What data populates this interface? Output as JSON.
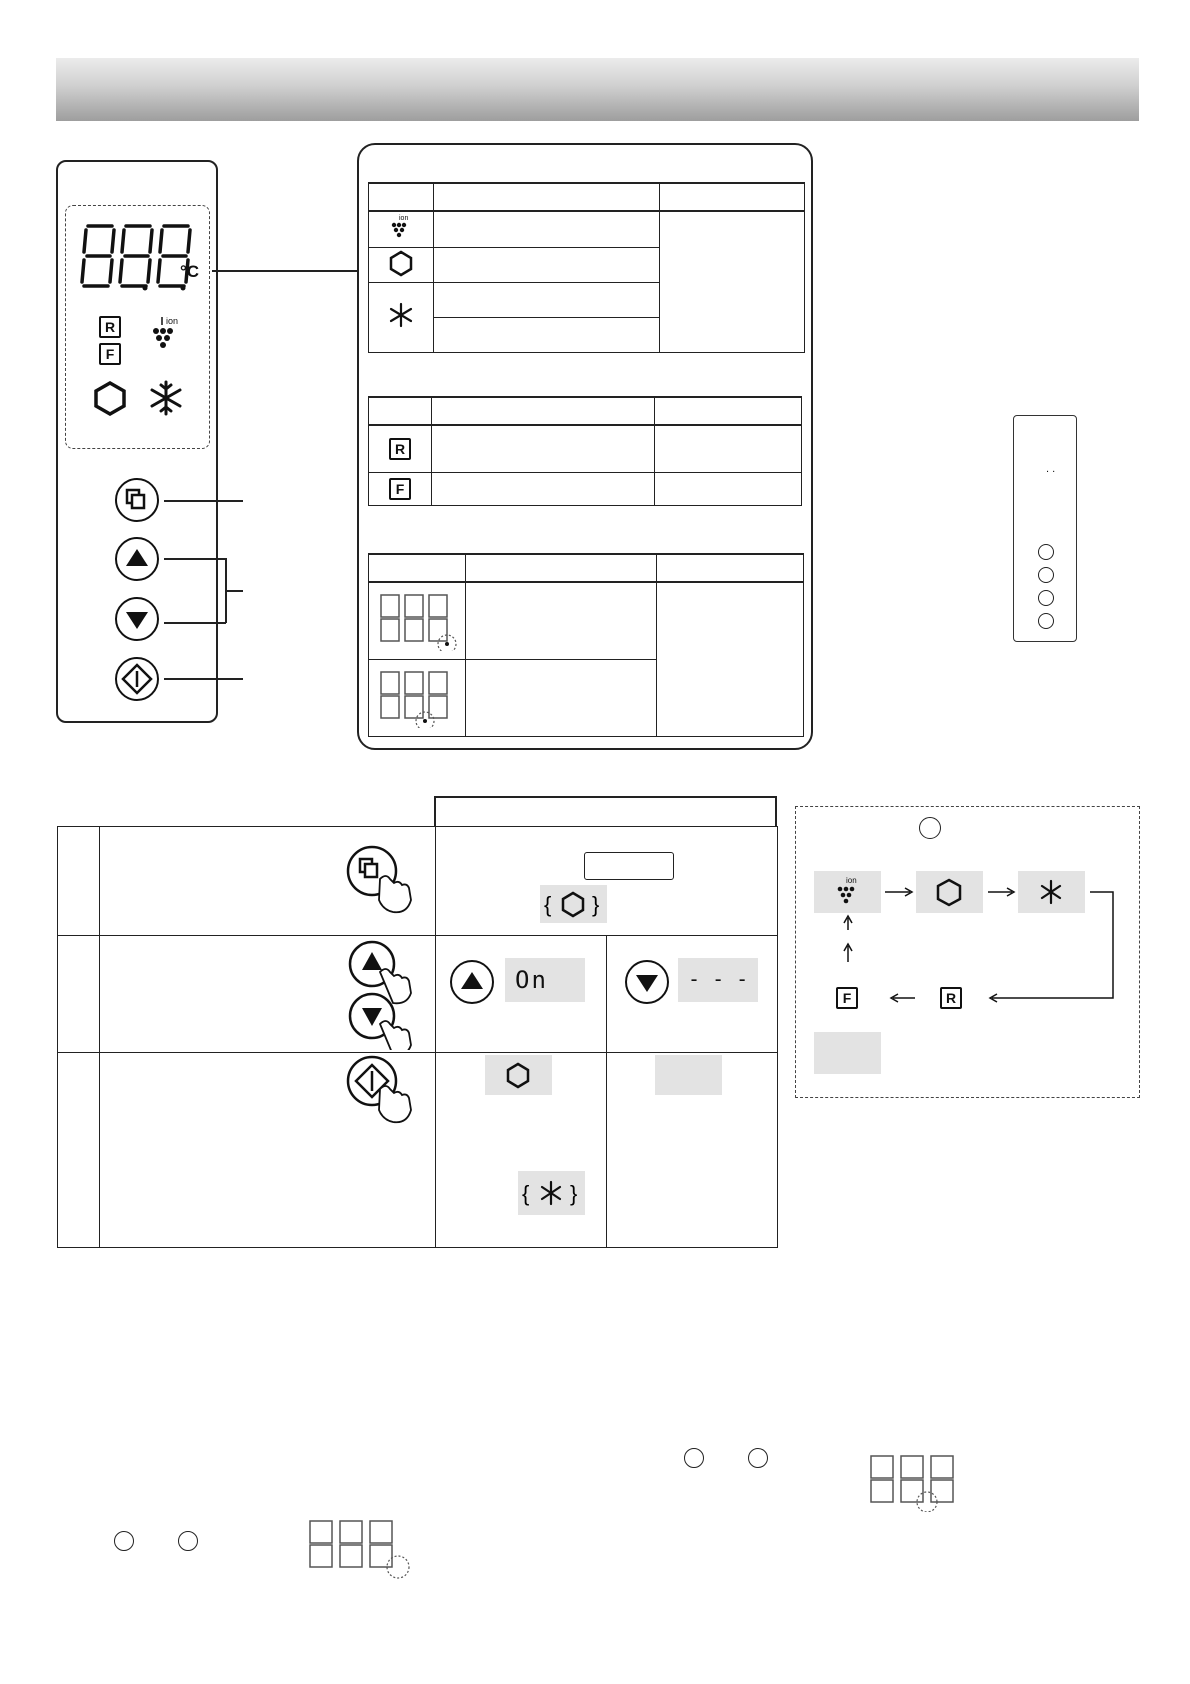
{
  "panel": {
    "display_digits": "888",
    "unit": "°C",
    "indicator_r": "R",
    "indicator_f": "F",
    "ion_label": "ion"
  },
  "mode_table": {
    "rows_r": "R",
    "rows_f": "F"
  },
  "steps": {
    "on_display": "On",
    "off_display": "- - -"
  },
  "cycle": {
    "icon_f": "F",
    "icon_r": "R",
    "ion_label": "ion"
  },
  "icons": [
    "mode-icon",
    "up-arrow-icon",
    "down-arrow-icon",
    "power-icon",
    "ion-icon",
    "hexagon-icon",
    "snowflake-icon",
    "hand-pointer-icon"
  ]
}
